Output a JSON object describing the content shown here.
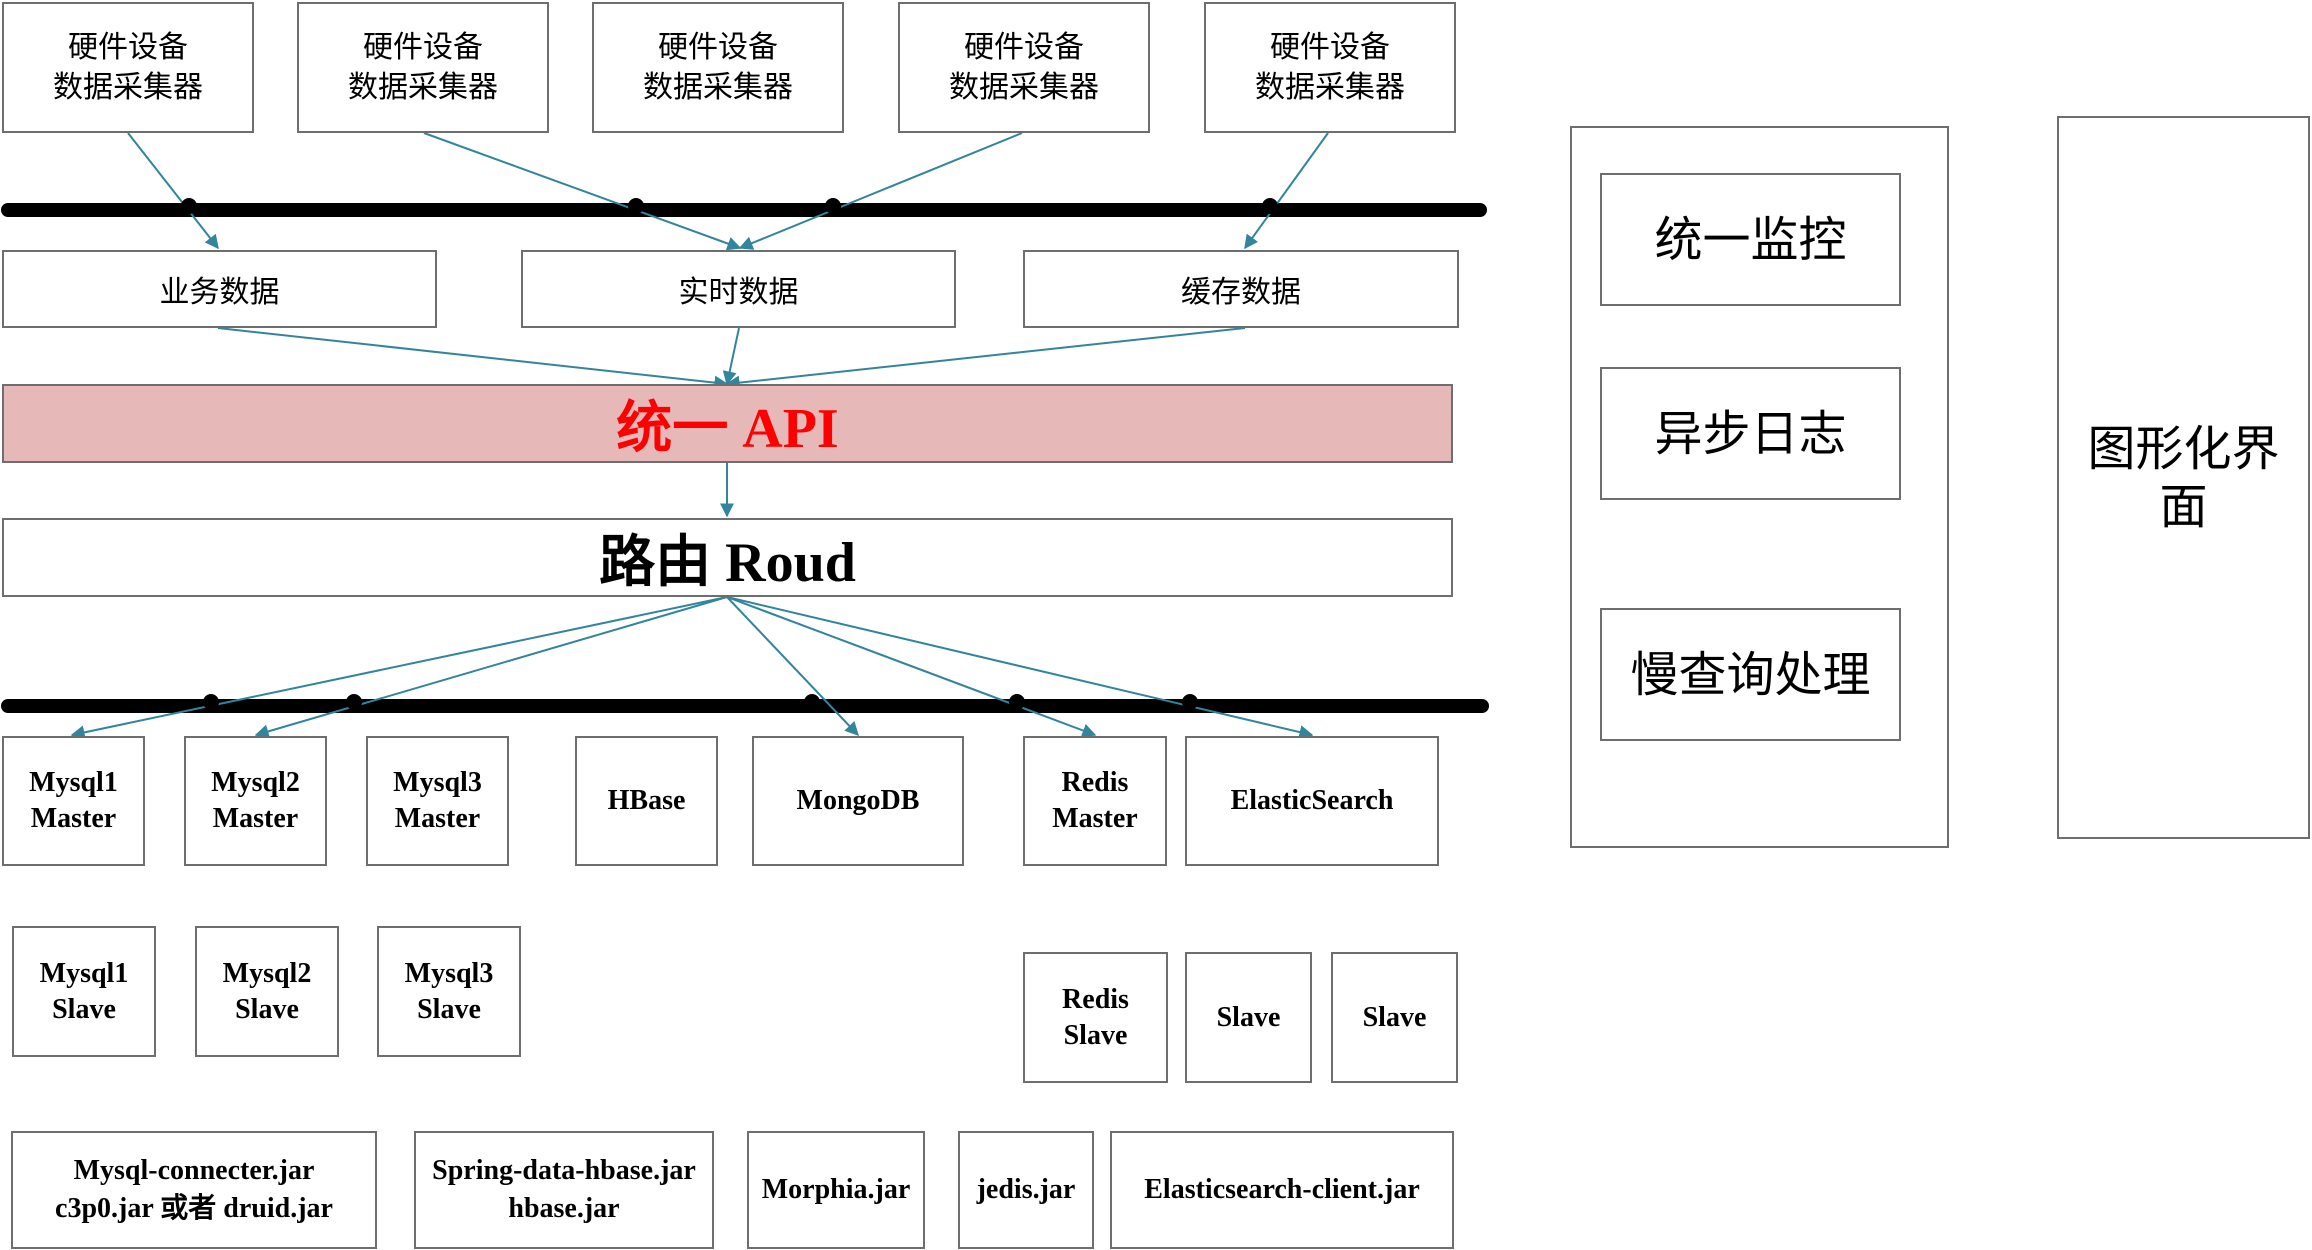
{
  "devices": [
    {
      "text": "硬件设备\n数据采集器"
    },
    {
      "text": "硬件设备\n数据采集器"
    },
    {
      "text": "硬件设备\n数据采集器"
    },
    {
      "text": "硬件设备\n数据采集器"
    },
    {
      "text": "硬件设备\n数据采集器"
    }
  ],
  "categories": [
    {
      "text": "业务数据"
    },
    {
      "text": "实时数据"
    },
    {
      "text": "缓存数据"
    }
  ],
  "api": {
    "text": "统一 API",
    "color": "#ff0000",
    "fill": "#e6b9b8"
  },
  "route": {
    "text": "路由 Roud"
  },
  "masters": [
    {
      "text": "Mysql1\nMaster"
    },
    {
      "text": "Mysql2\nMaster"
    },
    {
      "text": "Mysql3\nMaster"
    },
    {
      "text": "HBase"
    },
    {
      "text": "MongoDB"
    },
    {
      "text": "Redis\nMaster"
    },
    {
      "text": "ElasticSearch"
    }
  ],
  "slaves": [
    {
      "text": "Mysql1\nSlave"
    },
    {
      "text": "Mysql2\nSlave"
    },
    {
      "text": "Mysql3\nSlave"
    },
    {
      "text": "Redis\nSlave"
    },
    {
      "text": "Slave"
    },
    {
      "text": "Slave"
    }
  ],
  "jars": [
    {
      "text": "Mysql-connecter.jar\nc3p0.jar 或者 druid.jar"
    },
    {
      "text": "Spring-data-hbase.jar\nhbase.jar"
    },
    {
      "text": "Morphia.jar"
    },
    {
      "text": "jedis.jar"
    },
    {
      "text": "Elasticsearch-client.jar"
    }
  ],
  "monitor_panel": {
    "items": [
      {
        "text": "统一监控"
      },
      {
        "text": "异步日志"
      },
      {
        "text": "慢查询处理"
      }
    ]
  },
  "gui_panel": {
    "text": "图形化界\n面"
  },
  "colors": {
    "arrow": "#31859c",
    "border": "#6e6e6e",
    "bus": "#000000"
  }
}
